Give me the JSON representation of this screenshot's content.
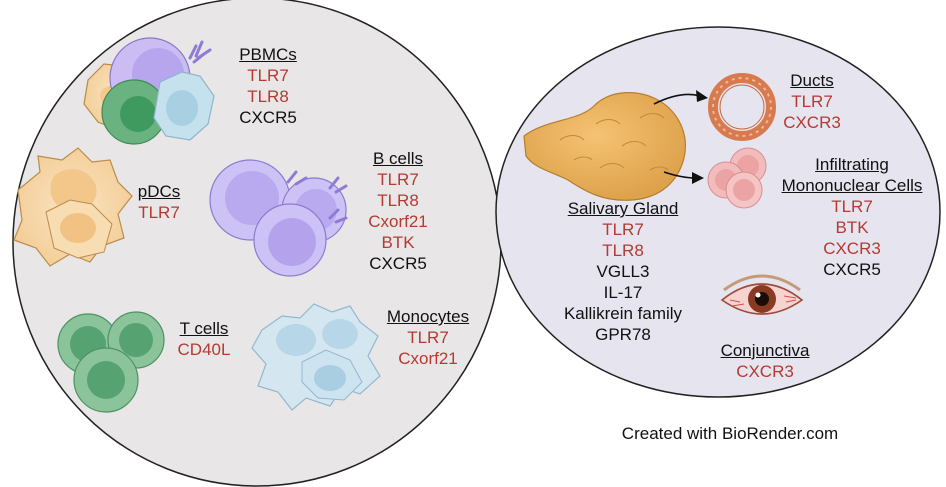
{
  "colors": {
    "left_panel": "#e8e6e6",
    "right_panel": "#e5e4ef",
    "marker_red": "#b53a32",
    "text_dark": "#111111"
  },
  "groups": {
    "pbmcs": {
      "title": "PBMCs",
      "markers": [
        "TLR7",
        "TLR8",
        "CXCR5"
      ]
    },
    "pdcs": {
      "title": "pDCs",
      "markers": [
        "TLR7"
      ]
    },
    "bcells": {
      "title": "B cells",
      "markers": [
        "TLR7",
        "TLR8",
        "Cxorf21",
        "BTK",
        "CXCR5"
      ]
    },
    "tcells": {
      "title": "T cells",
      "markers": [
        "CD40L"
      ]
    },
    "monocytes": {
      "title": "Monocytes",
      "markers": [
        "TLR7",
        "Cxorf21"
      ]
    },
    "ducts": {
      "title": "Ducts",
      "markers": [
        "TLR7",
        "CXCR3"
      ]
    },
    "infiltrating": {
      "title_line1": "Infiltrating",
      "title_line2": "Mononuclear Cells",
      "markers": [
        "TLR7",
        "BTK",
        "CXCR3",
        "CXCR5"
      ]
    },
    "salivary": {
      "title": "Salivary Gland",
      "markers": [
        "TLR7",
        "TLR8",
        "VGLL3",
        "IL-17",
        "Kallikrein family",
        "GPR78"
      ]
    },
    "conjunctiva": {
      "title": "Conjunctiva",
      "markers": [
        "CXCR3"
      ]
    }
  },
  "credit": "Created with BioRender.com"
}
